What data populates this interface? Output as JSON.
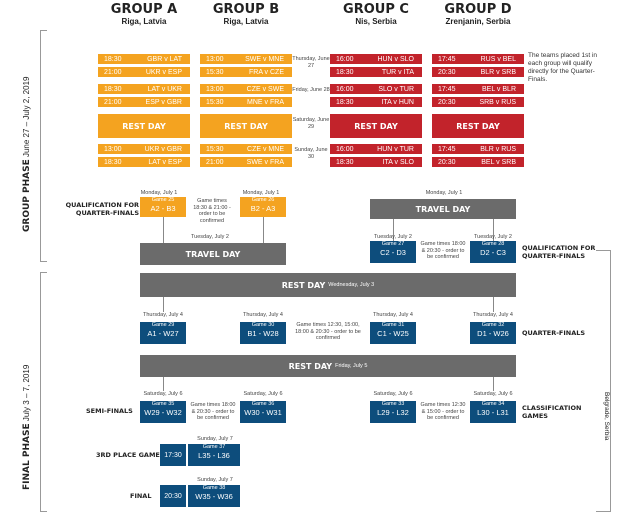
{
  "groups": [
    {
      "name": "GROUP A",
      "venue": "Riga, Latvia"
    },
    {
      "name": "GROUP B",
      "venue": "Riga, Latvia"
    },
    {
      "name": "GROUP C",
      "venue": "Nis, Serbia"
    },
    {
      "name": "GROUP D",
      "venue": "Zrenjanin, Serbia"
    }
  ],
  "group_a": [
    {
      "time": "18:30",
      "match": "GBR v LAT"
    },
    {
      "time": "21:00",
      "match": "UKR v ESP"
    },
    {
      "time": "18:30",
      "match": "LAT v UKR"
    },
    {
      "time": "21:00",
      "match": "ESP v GBR"
    },
    {
      "time": "13:00",
      "match": "UKR v GBR"
    },
    {
      "time": "18:30",
      "match": "LAT v ESP"
    }
  ],
  "group_b": [
    {
      "time": "13:00",
      "match": "SWE v MNE"
    },
    {
      "time": "15:30",
      "match": "FRA v CZE"
    },
    {
      "time": "13:00",
      "match": "CZE v SWE"
    },
    {
      "time": "15:30",
      "match": "MNE v FRA"
    },
    {
      "time": "15:30",
      "match": "CZE v MNE"
    },
    {
      "time": "21:00",
      "match": "SWE v FRA"
    }
  ],
  "group_c": [
    {
      "time": "16:00",
      "match": "HUN v SLO"
    },
    {
      "time": "18:30",
      "match": "TUR v ITA"
    },
    {
      "time": "16:00",
      "match": "SLO v TUR"
    },
    {
      "time": "18:30",
      "match": "ITA v HUN"
    },
    {
      "time": "16:00",
      "match": "HUN v TUR"
    },
    {
      "time": "18:30",
      "match": "ITA v SLO"
    }
  ],
  "group_d": [
    {
      "time": "17:45",
      "match": "RUS v BEL"
    },
    {
      "time": "20:30",
      "match": "BLR v SRB"
    },
    {
      "time": "17:45",
      "match": "BEL v BLR"
    },
    {
      "time": "20:30",
      "match": "SRB v RUS"
    },
    {
      "time": "17:45",
      "match": "BLR v RUS"
    },
    {
      "time": "20:30",
      "match": "BEL v SRB"
    }
  ],
  "days": {
    "d1": "Thursday, June 27",
    "d2": "Friday, June 28",
    "d3": "Saturday, June 29",
    "d4": "Sunday, June 30"
  },
  "rest_day": "REST DAY",
  "travel_day": "TRAVEL DAY",
  "note": "The teams placed 1st in each group will qualify directly for the Quarter-Finals.",
  "phase_group": {
    "title": "GROUP PHASE",
    "dates": "June 27 – July 2, 2019"
  },
  "phase_final": {
    "title": "FINAL PHASE",
    "dates": "July 3 – 7, 2019"
  },
  "venue_final": "Belgrade, Serbia",
  "qual": {
    "label_left": "QUALIFICATION FOR QUARTER-FINALS",
    "label_right": "QUALIFICATION FOR QUARTER-FINALS",
    "mon": "Monday, July 1",
    "tue": "Tuesday, July 2",
    "g25": {
      "game": "Game 25",
      "match": "A2 - B3"
    },
    "g26": {
      "game": "Game 26",
      "match": "B2 - A3"
    },
    "g27": {
      "game": "Game 27",
      "match": "C2 - D3"
    },
    "g28": {
      "game": "Game 28",
      "match": "D2 - C3"
    },
    "times_left": "Game times 18:30 & 21:00 - order to be confirmed",
    "times_right": "Game times 18:00 & 20:30 - order to be confirmed"
  },
  "rest1": {
    "label": "REST DAY",
    "date": "Wednesday, July 3"
  },
  "qf": {
    "label": "QUARTER-FINALS",
    "thu": "Thursday, July 4",
    "g29": {
      "game": "Game 29",
      "match": "A1 - W27"
    },
    "g30": {
      "game": "Game 30",
      "match": "B1 - W28"
    },
    "g31": {
      "game": "Game 31",
      "match": "C1 - W25"
    },
    "g32": {
      "game": "Game 32",
      "match": "D1 - W26"
    },
    "times": "Game times 12:30, 15:00, 18:00 & 20:30 - order to be confirmed"
  },
  "rest2": {
    "label": "REST DAY",
    "date": "Friday, July 5"
  },
  "sf": {
    "label": "SEMI-FINALS",
    "label_right": "CLASSIFICATION GAMES",
    "sat": "Saturday, July 6",
    "g35": {
      "game": "Game 35",
      "match": "W29 - W32"
    },
    "g36": {
      "game": "Game 36",
      "match": "W30 - W31"
    },
    "g33": {
      "game": "Game 33",
      "match": "L29 - L32"
    },
    "g34": {
      "game": "Game 34",
      "match": "L30 - L31"
    },
    "times_left": "Game times 18:00 & 20:30 - order to be confirmed",
    "times_right": "Game times 12:30 & 15:00 - order to be confirmed"
  },
  "third": {
    "label": "3RD PLACE GAME",
    "date": "Sunday, July 7",
    "time": "17:30",
    "game": "Game 37",
    "match": "L35 - L36"
  },
  "final": {
    "label": "FINAL",
    "date": "Sunday, July 7",
    "time": "20:30",
    "game": "Game 38",
    "match": "W35 - W36"
  }
}
